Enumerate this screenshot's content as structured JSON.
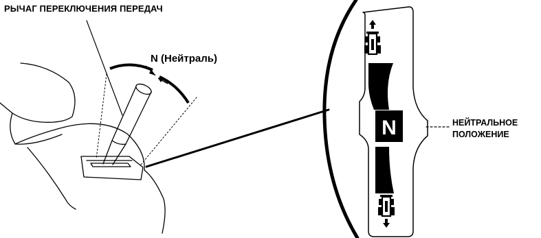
{
  "labels": {
    "lever": "РЫЧАГ ПЕРЕКЛЮЧЕНИЯ ПЕРЕДАЧ",
    "neutral_short": "N (Нейтраль)",
    "neutral_position_line1": "НЕЙТРАЛЬНОЕ",
    "neutral_position_line2": "ПОЛОЖЕНИЕ"
  },
  "indicator": {
    "letter": "N"
  }
}
